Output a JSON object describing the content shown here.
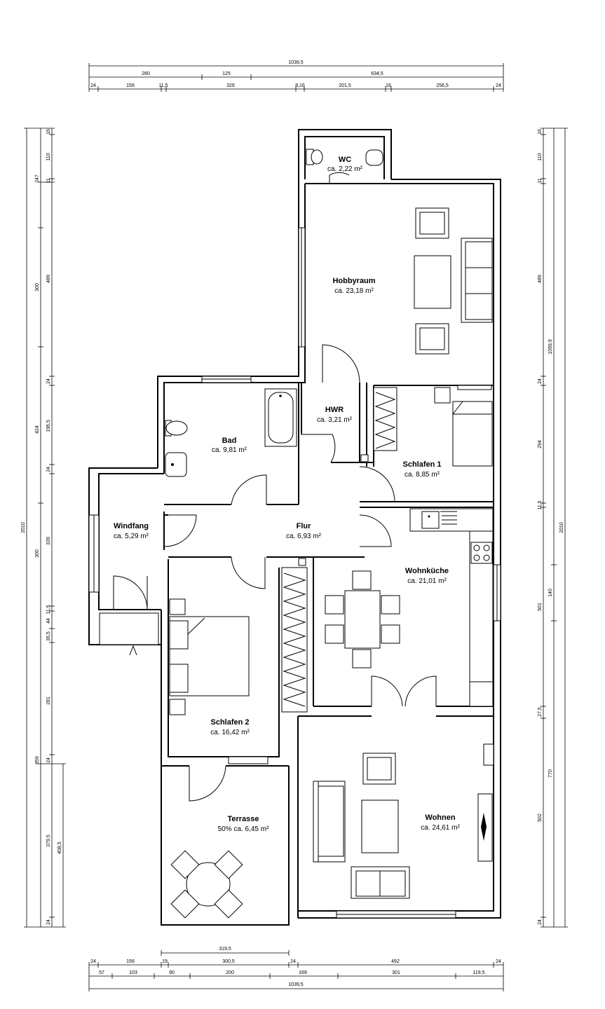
{
  "rooms": {
    "wc": {
      "name": "WC",
      "area": "ca. 2,22 m²"
    },
    "hobbyraum": {
      "name": "Hobbyraum",
      "area": "ca. 23,18 m²"
    },
    "hwr": {
      "name": "HWR",
      "area": "ca. 3,21 m²"
    },
    "bad": {
      "name": "Bad",
      "area": "ca. 9,81 m²"
    },
    "schlafen1": {
      "name": "Schlafen 1",
      "area": "ca. 8,85 m²"
    },
    "windfang": {
      "name": "Windfang",
      "area": "ca. 5,29 m²"
    },
    "flur": {
      "name": "Flur",
      "area": "ca. 6,93 m²"
    },
    "wohnkueche": {
      "name": "Wohnküche",
      "area": "ca. 21,01 m²"
    },
    "schlafen2": {
      "name": "Schlafen 2",
      "area": "ca. 16,42 m²"
    },
    "terrasse": {
      "name": "Terrasse",
      "area": "50% ca. 6,45 m²"
    },
    "wohnen": {
      "name": "Wohnen",
      "area": "ca. 24,61 m²"
    }
  },
  "dimensions": {
    "top_total": "1039,5",
    "top_row2": [
      "280",
      "125",
      "634,5"
    ],
    "top_row3": [
      "24",
      "156",
      "11,5",
      "326",
      "8,16",
      "201,5",
      "16",
      "256,5",
      "24"
    ],
    "bottom_row1": "319,5",
    "bottom_row2": [
      "24",
      "156",
      "19",
      "300,5",
      "24",
      "492",
      "24"
    ],
    "bottom_row3": [
      "57",
      "103",
      "90",
      "200",
      "169",
      "301",
      "119,5"
    ],
    "bottom_total": "1039,5",
    "left_total": "2010",
    "left_row2": [
      "247",
      "300",
      "424",
      "300",
      "859"
    ],
    "left_row3": [
      "16",
      "110",
      "11",
      "489",
      "24",
      "196,5",
      "24",
      "339",
      "11,5",
      "44",
      "36,5",
      "281",
      "24",
      "379,5",
      "24"
    ],
    "left_row4": "408,5",
    "right_row1": [
      "16",
      "110",
      "11",
      "489",
      "24",
      "294",
      "11,5",
      "501",
      "27,5",
      "502",
      "24"
    ],
    "right_row2": [
      "1099,9",
      "140",
      "770"
    ],
    "right_total": "2010"
  }
}
